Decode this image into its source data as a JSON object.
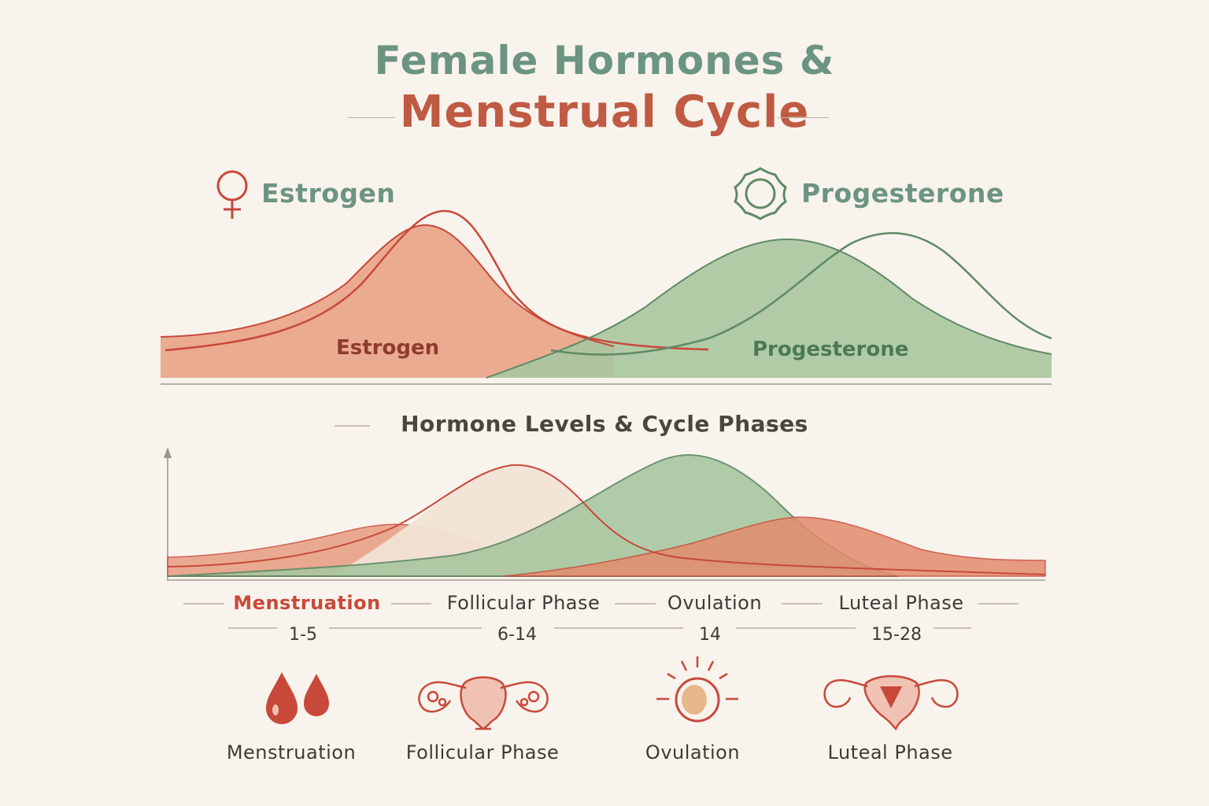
{
  "title": {
    "line1": "Female Hormones &",
    "line2": "Menstrual Cycle"
  },
  "top_chart": {
    "estrogen_header": "Estrogen",
    "progesterone_header": "Progesterone",
    "estrogen_label": "Estrogen",
    "progesterone_label": "Progesterone",
    "icons": {
      "estrogen": "venus-symbol-icon",
      "progesterone": "flower-ring-icon"
    }
  },
  "lower_chart": {
    "title": "Hormone Levels & Cycle Phases"
  },
  "phases": [
    {
      "name": "Menstruation",
      "days": "1-5"
    },
    {
      "name": "Follicular Phase",
      "days": "6-14"
    },
    {
      "name": "Ovulation",
      "days": "14"
    },
    {
      "name": "Luteal Phase",
      "days": "15-28"
    }
  ],
  "icon_row": [
    {
      "label": "Menstruation",
      "icon": "blood-drops-icon"
    },
    {
      "label": "Follicular Phase",
      "icon": "uterus-follicles-icon"
    },
    {
      "label": "Ovulation",
      "icon": "egg-sun-icon"
    },
    {
      "label": "Luteal Phase",
      "icon": "uterus-icon"
    }
  ],
  "colors": {
    "estrogen": "#c8493a",
    "estrogen_fill": "#e79d80",
    "progesterone": "#5f8a66",
    "progesterone_fill": "#a9c7a0",
    "title_green": "#6c9483",
    "title_red": "#c05a42",
    "background": "#f8f3ec"
  }
}
